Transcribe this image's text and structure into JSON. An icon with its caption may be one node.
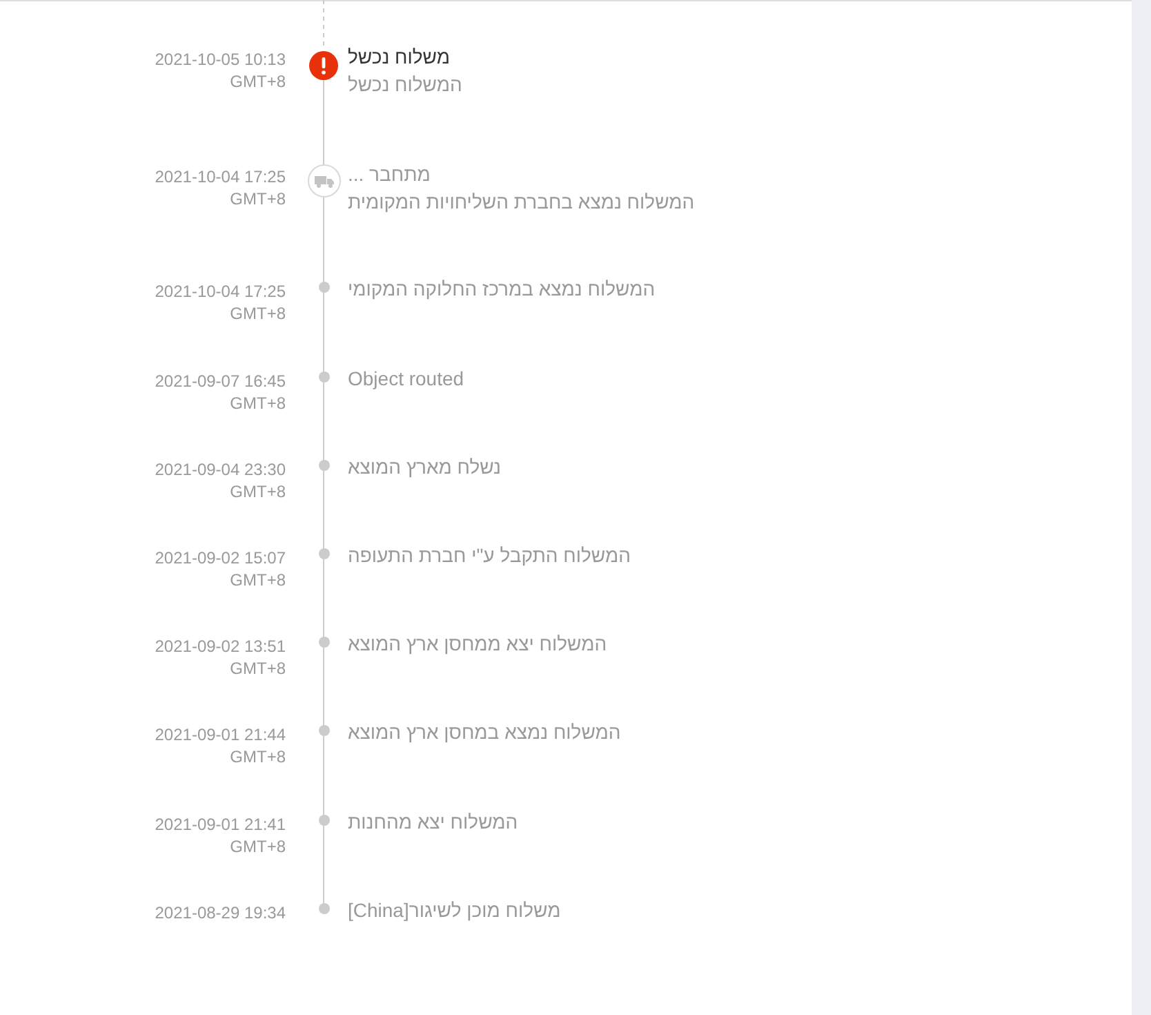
{
  "diagram": {
    "labels": [
      "2021-10-05 10:13 GMT+8",
      "משלוח נכשל",
      "המשלוח נכשל",
      "2021-10-04 17:25 GMT+8",
      "מתחבר ...",
      "המשלוח נמצא בחברת השליחויות המקומית",
      "2021-10-04 17:25 GMT+8",
      "המשלוח נמצא במרכז החלוקה המקומי",
      "2021-09-07 16:45 GMT+8",
      "Object routed",
      "2021-09-04 23:30 GMT+8",
      "נשלח מארץ המוצא",
      "2021-09-02 15:07 GMT+8",
      "המשלוח התקבל ע\"י חברת התעופה",
      "2021-09-02 13:51 GMT+8",
      "המשלוח יצא ממחסן ארץ המוצא",
      "2021-09-01 21:44 GMT+8",
      "המשלוח נמצא במחסן ארץ המוצא",
      "2021-09-01 21:41 GMT+8",
      "המשלוח יצא מהחנות",
      "2021-08-29 19:34",
      "משלוח מוכן לשיגור[China]"
    ]
  }
}
